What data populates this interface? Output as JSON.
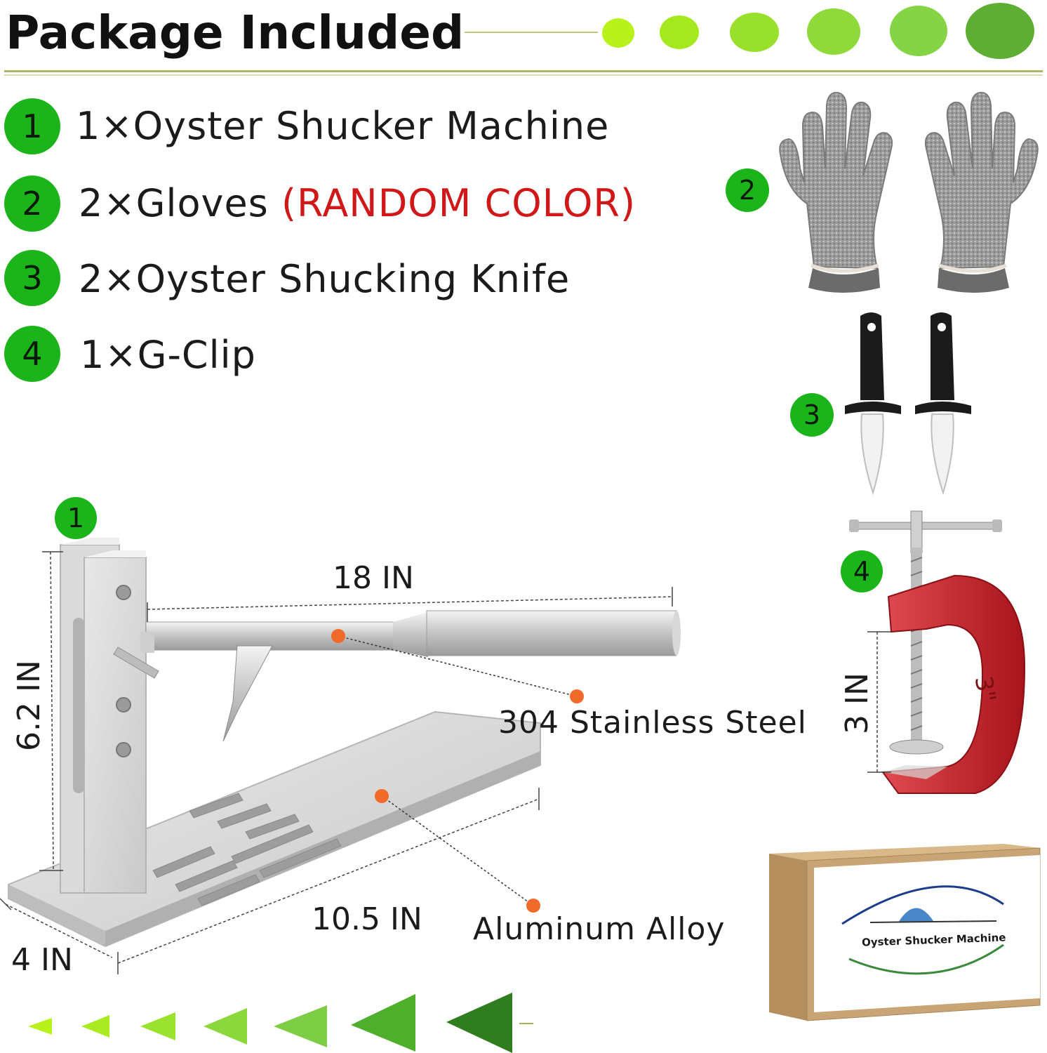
{
  "header": {
    "title": "Package Included",
    "dot_colors": [
      "#b8f21a",
      "#a6e81e",
      "#98e02c",
      "#8fd93a",
      "#84d445",
      "#5fae34"
    ]
  },
  "items": [
    {
      "num": "1",
      "text": "1×Oyster Shucker Machine",
      "note": ""
    },
    {
      "num": "2",
      "text": "2×Gloves ",
      "note": "(RANDOM COLOR)"
    },
    {
      "num": "3",
      "text": "2×Oyster Shucking Knife",
      "note": ""
    },
    {
      "num": "4",
      "text": "1×G-Clip",
      "note": ""
    }
  ],
  "product_badges": {
    "gloves": "2",
    "knives": "3",
    "machine": "1",
    "clamp": "4"
  },
  "dimensions": {
    "length": "18 IN",
    "height": "6.2 IN",
    "base_length": "10.5 IN",
    "base_width": "4 IN",
    "clamp_size": "3 IN",
    "clamp_stamp": "3\""
  },
  "materials": {
    "steel": "304 Stainless Steel",
    "aluminum": "Aluminum Alloy"
  },
  "box": {
    "label": "Oyster Shucker Machine"
  },
  "colors": {
    "badge_green": "#1bb51b",
    "accent_red": "#d01818",
    "clamp_red": "#c8202a",
    "box_brown": "#c9a475",
    "marker_orange": "#f06a2a"
  },
  "footer": {
    "arrow_colors": [
      "#b8f21a",
      "#a9ea22",
      "#9be22e",
      "#8cd83c",
      "#7dcd45",
      "#4fae2c",
      "#2f7d1f"
    ]
  }
}
